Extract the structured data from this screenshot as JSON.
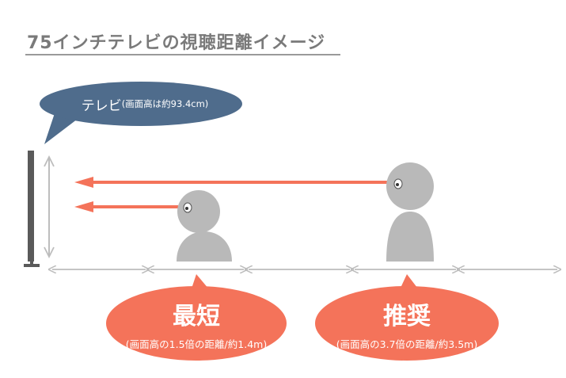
{
  "title": "75インチテレビの視聴距離イメージ",
  "tv_callout": {
    "main": "テレビ",
    "sub": "(画面高は約93.4cm)"
  },
  "callouts": [
    {
      "heading": "最短",
      "detail": "(画面高の1.5倍の距離/約1.4m)"
    },
    {
      "heading": "推奨",
      "detail": "(画面高の3.7倍の距離/約3.5m)"
    }
  ],
  "colors": {
    "title": "#7a7a7a",
    "bubble": "#4f6c8c",
    "accent": "#f4735a",
    "person": "#b9b9b9",
    "axis": "#bdbdbd",
    "tv": "#5a5a5a"
  },
  "icons": [
    "tv-icon",
    "viewer-icon",
    "sight-arrow-icon",
    "distance-arrow-icon"
  ]
}
